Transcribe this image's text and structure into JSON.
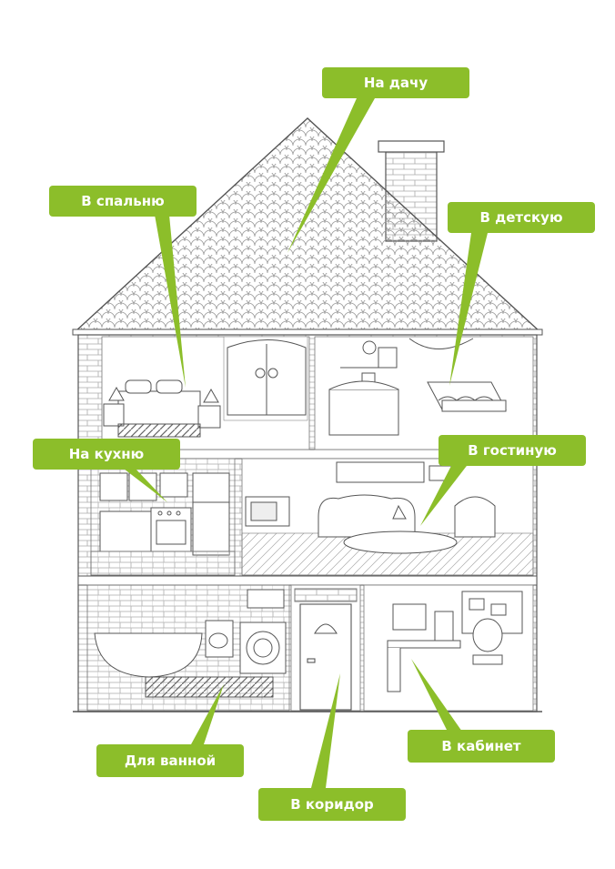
{
  "accent_color": "#8cbe2a",
  "room_labels": {
    "dacha": "На дачу",
    "bedroom": "В спальню",
    "nursery": "В детскую",
    "kitchen": "На кухню",
    "living_room": "В гостиную",
    "bathroom": "Для ванной",
    "corridor": "В коридор",
    "study": "В кабинет"
  }
}
